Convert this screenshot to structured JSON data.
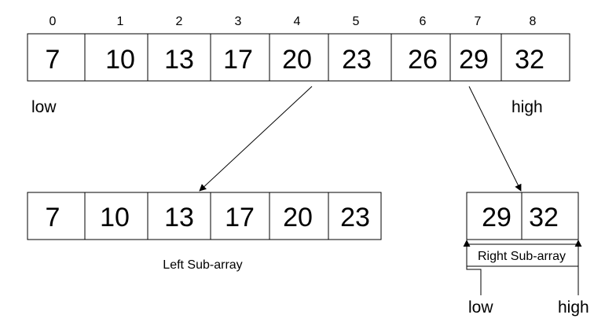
{
  "main_array": {
    "indices": [
      "0",
      "1",
      "2",
      "3",
      "4",
      "5",
      "6",
      "7",
      "8"
    ],
    "values": [
      "7",
      "10",
      "13",
      "17",
      "20",
      "23",
      "26",
      "29",
      "32"
    ],
    "low_label": "low",
    "high_label": "high"
  },
  "left_subarray": {
    "values": [
      "7",
      "10",
      "13",
      "17",
      "20",
      "23"
    ],
    "caption": "Left Sub-array"
  },
  "right_subarray": {
    "values": [
      "29",
      "32"
    ],
    "caption": "Right Sub-array",
    "low_label": "low",
    "high_label": "high"
  },
  "colors": {
    "stroke": "#000000",
    "background": "#ffffff"
  }
}
